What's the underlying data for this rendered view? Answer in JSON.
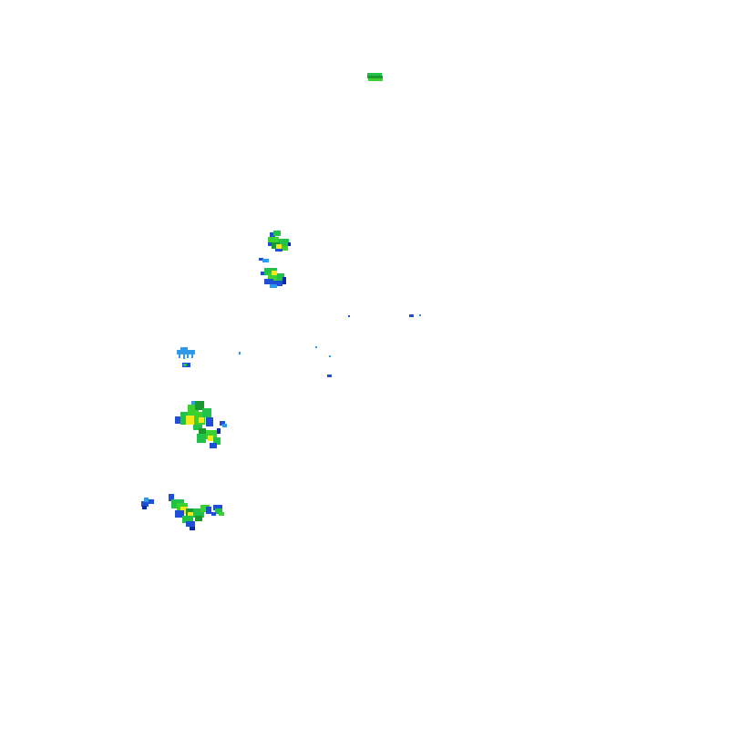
{
  "palette": {
    "background": "#ffffff",
    "light_blue": "#2f9be8",
    "blue": "#1f4fd6",
    "dark_blue": "#0b2aa8",
    "green": "#22c24a",
    "bright_green": "#39d22e",
    "dark_green": "#1a9a2e",
    "yellow": "#f2e81a",
    "orange": "#f0a81e"
  },
  "echoes": [
    {
      "name": "echo-north",
      "intensity": "green"
    },
    {
      "name": "echo-cluster-upper",
      "intensity": "green-yellow"
    },
    {
      "name": "echo-cluster-middle",
      "intensity": "green"
    },
    {
      "name": "echo-west",
      "intensity": "light-blue"
    },
    {
      "name": "echo-sparse-east",
      "intensity": "blue"
    },
    {
      "name": "echo-cluster-lower",
      "intensity": "yellow"
    },
    {
      "name": "echo-cluster-south",
      "intensity": "yellow"
    }
  ]
}
